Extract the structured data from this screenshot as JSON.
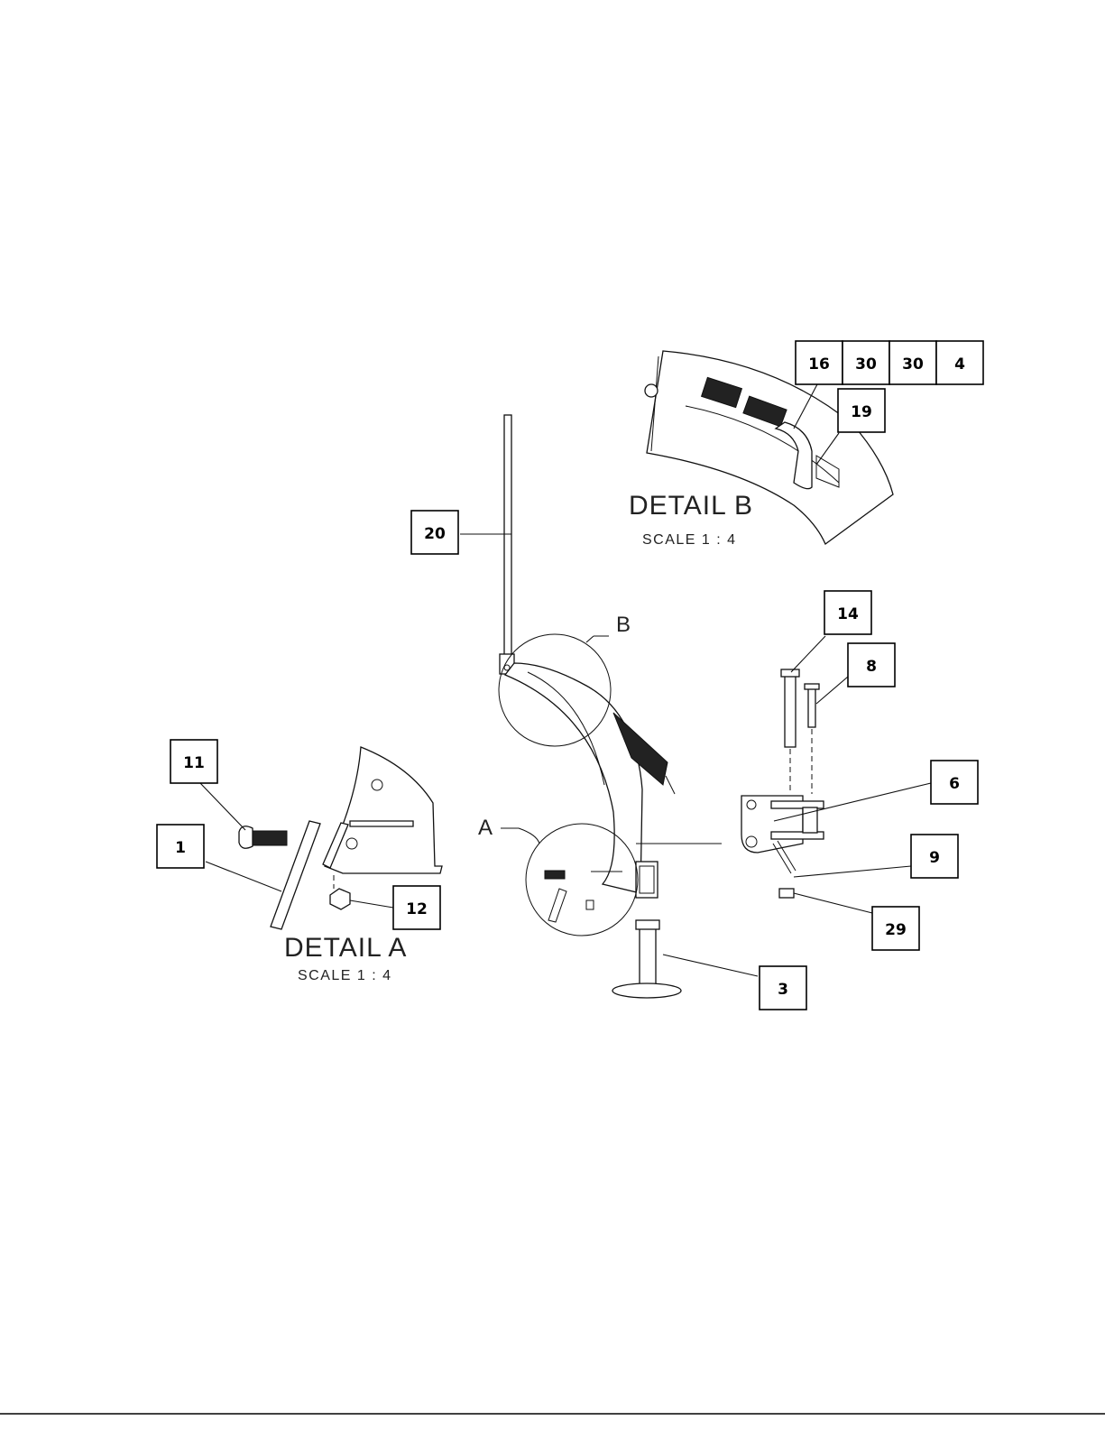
{
  "detail_a": {
    "title": "DETAIL A",
    "scale": "SCALE 1 : 4",
    "ref_letter": "A"
  },
  "detail_b": {
    "title": "DETAIL B",
    "scale": "SCALE 1 : 4",
    "ref_letter": "B"
  },
  "callouts": {
    "c16": "16",
    "c30a": "30",
    "c30b": "30",
    "c4": "4",
    "c19": "19",
    "c20": "20",
    "c14": "14",
    "c8": "8",
    "c11": "11",
    "c1": "1",
    "c12": "12",
    "c6": "6",
    "c9": "9",
    "c29": "29",
    "c3": "3"
  }
}
